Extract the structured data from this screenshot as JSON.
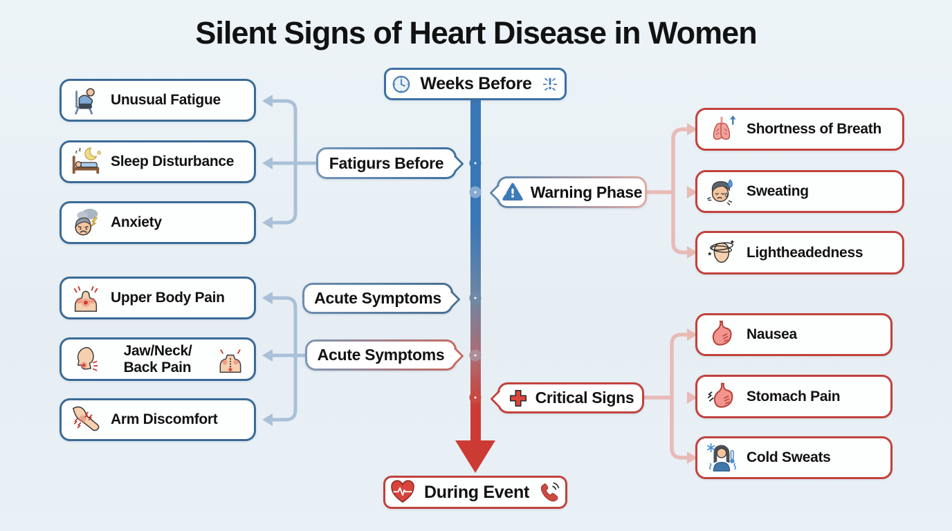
{
  "title": "Silent Signs of Heart Disease in Women",
  "colors": {
    "background": "#e9f1f6",
    "timeline_blue": "#3a77b6",
    "timeline_red": "#cc3b33",
    "blue_box_border": "#3a6a96",
    "red_box_border": "#c2413b",
    "connector_blue": "#a9c0d8",
    "connector_pink": "#e8bab6"
  },
  "start_badge": {
    "label": "Weeks Before",
    "left_icon": "clock-icon",
    "right_icon": "alert-flash-icon"
  },
  "end_badge": {
    "label": "During Event",
    "left_icon": "heart-ekg-icon",
    "right_icon": "phone-call-icon"
  },
  "phases": {
    "fatigue": {
      "label": "Fatigurs Before"
    },
    "warning": {
      "label": "Warning Phase",
      "icon": "warning-triangle-icon"
    },
    "acute_1": {
      "label": "Acute Symptoms"
    },
    "acute_2": {
      "label": "Acute Symptoms"
    },
    "critical": {
      "label": "Critical Signs",
      "icon": "medical-cross-icon"
    }
  },
  "symptom_groups": {
    "early": {
      "items": [
        {
          "label": "Unusual Fatigue",
          "icon": "fatigue-icon"
        },
        {
          "label": "Sleep Disturbance",
          "icon": "sleep-icon"
        },
        {
          "label": "Anxiety",
          "icon": "anxiety-icon"
        }
      ]
    },
    "warning": {
      "items": [
        {
          "label": "Shortness of Breath",
          "icon": "lungs-icon"
        },
        {
          "label": "Sweating",
          "icon": "sweating-face-icon"
        },
        {
          "label": "Lightheadedness",
          "icon": "dizzy-head-icon"
        }
      ]
    },
    "acute": {
      "items": [
        {
          "label": "Upper Body Pain",
          "icon": "upper-body-pain-icon"
        },
        {
          "label": "Jaw/Neck/\nBack Pain",
          "icon": "jaw-pain-icon",
          "icon_right": "back-pain-icon"
        },
        {
          "label": "Arm Discomfort",
          "icon": "arm-pain-icon"
        }
      ]
    },
    "critical": {
      "items": [
        {
          "label": "Nausea",
          "icon": "stomach-icon"
        },
        {
          "label": "Stomach Pain",
          "icon": "stomach-pain-icon"
        },
        {
          "label": "Cold Sweats",
          "icon": "cold-sweats-icon"
        }
      ]
    }
  }
}
